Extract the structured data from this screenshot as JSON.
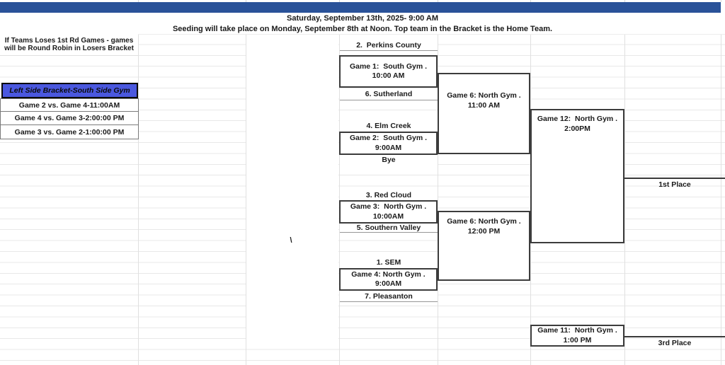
{
  "header": {
    "banner_color": "#2a5299",
    "title": "Saturday, September 13th, 2025- 9:00 AM",
    "subtitle": "Seeding will take place on Monday, September 8th at Noon. Top team in the Bracket is the Home Team."
  },
  "left_panel": {
    "note_line1": "If Teams Loses 1st Rd Games - games",
    "note_line2": "will be Round Robin in Losers Bracket",
    "bracket_label": "Left Side Bracket-South Side Gym",
    "bracket_label_bg": "#4a58df",
    "schedule": [
      "Game 2 vs. Game 4-11:00AM",
      "Game 4 vs. Game 3-2:00:00 PM",
      "Game 3 vs. Game 2-1:00:00 PM"
    ]
  },
  "bracket": {
    "teams": [
      {
        "label": "2.  Perkins County"
      },
      {
        "label": "6. Sutherland"
      },
      {
        "label": "4. Elm Creek"
      },
      {
        "label": "Bye"
      },
      {
        "label": "3. Red Cloud"
      },
      {
        "label": "5. Southern Valley"
      },
      {
        "label": "1. SEM"
      },
      {
        "label": "7. Pleasanton"
      }
    ],
    "games": {
      "g1": {
        "name": "Game 1:  South Gym .",
        "time": "10:00 AM"
      },
      "g2": {
        "name": "Game 2:  South Gym .",
        "time": "9:00AM"
      },
      "g3": {
        "name": "Game 3:  North Gym .",
        "time": "10:00AM"
      },
      "g4": {
        "name": "Game 4: North Gym .",
        "time": "9:00AM"
      },
      "g6a": {
        "name": "Game 6: North Gym .",
        "time": "11:00 AM"
      },
      "g6b": {
        "name": "Game 6: North Gym .",
        "time": "12:00 PM"
      },
      "g12": {
        "name": "Game 12:  North Gym .",
        "time": "2:00PM"
      },
      "g11": {
        "name": "Game 11:  North Gym .",
        "time": "1:00 PM"
      }
    },
    "placements": {
      "first": "1st Place",
      "third": "3rd Place"
    },
    "stray_char": "\\"
  }
}
